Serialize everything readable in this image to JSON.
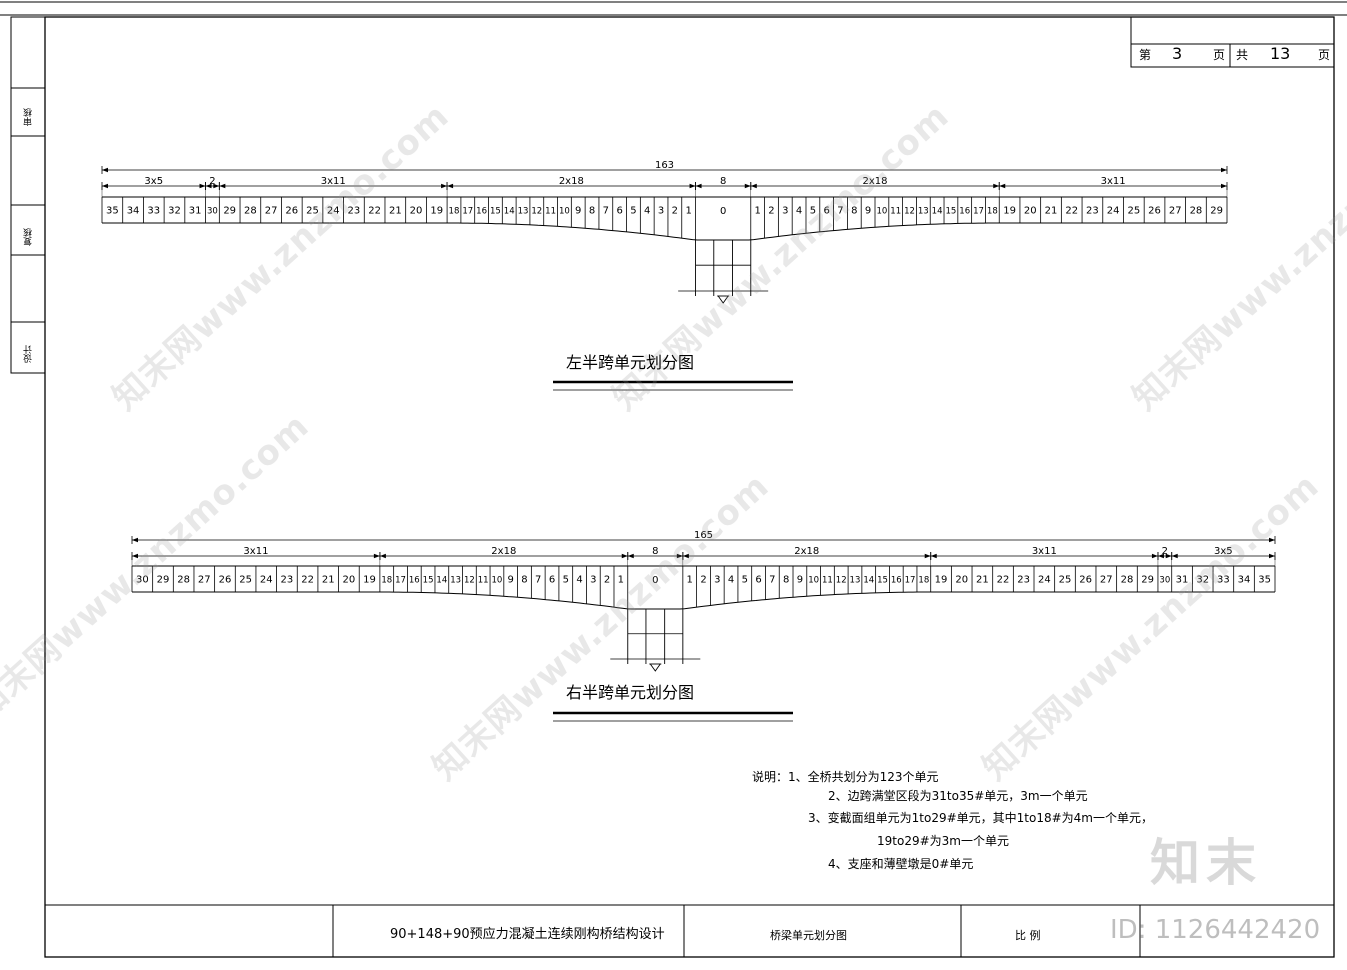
{
  "page": {
    "page_label": "第",
    "page_no": "3",
    "page_unit": "页",
    "total_label": "共",
    "total_no": "13",
    "total_unit": "页"
  },
  "sidebar": {
    "items": [
      {
        "label": "审核"
      },
      {
        "label": "复核"
      },
      {
        "label": "设计"
      }
    ]
  },
  "left_diagram": {
    "title": "左半跨单元划分图",
    "total_dim": "163",
    "dims": [
      "3x5",
      "2",
      "3x11",
      "2x18",
      "8",
      "2x18",
      "3x11"
    ],
    "elements": [
      "35",
      "34",
      "33",
      "32",
      "31",
      "30",
      "29",
      "28",
      "27",
      "26",
      "25",
      "24",
      "23",
      "22",
      "21",
      "20",
      "19",
      "18",
      "17",
      "16",
      "15",
      "14",
      "13",
      "12",
      "11",
      "10",
      "9",
      "8",
      "7",
      "6",
      "5",
      "4",
      "3",
      "2",
      "1",
      "0",
      "1",
      "2",
      "3",
      "4",
      "5",
      "6",
      "7",
      "8",
      "9",
      "10",
      "11",
      "12",
      "13",
      "14",
      "15",
      "16",
      "17",
      "18",
      "19",
      "20",
      "21",
      "22",
      "23",
      "24",
      "25",
      "26",
      "27",
      "28",
      "29"
    ]
  },
  "right_diagram": {
    "title": "右半跨单元划分图",
    "total_dim": "165",
    "dims": [
      "3x11",
      "2x18",
      "8",
      "2x18",
      "3x11",
      "2",
      "3x5"
    ],
    "elements": [
      "30",
      "29",
      "28",
      "27",
      "26",
      "25",
      "24",
      "23",
      "22",
      "21",
      "20",
      "19",
      "18",
      "17",
      "16",
      "15",
      "14",
      "13",
      "12",
      "11",
      "10",
      "9",
      "8",
      "7",
      "6",
      "5",
      "4",
      "3",
      "2",
      "1",
      "0",
      "1",
      "2",
      "3",
      "4",
      "5",
      "6",
      "7",
      "8",
      "9",
      "10",
      "11",
      "12",
      "13",
      "14",
      "15",
      "16",
      "17",
      "18",
      "19",
      "20",
      "21",
      "22",
      "23",
      "24",
      "25",
      "26",
      "27",
      "28",
      "29",
      "30",
      "31",
      "32",
      "33",
      "34",
      "35"
    ]
  },
  "notes": {
    "line1": "说明：1、全桥共划分为123个单元",
    "line2": "2、边跨满堂区段为31to35#单元，3m一个单元",
    "line3": "3、变截面组单元为1to29#单元，其中1to18#为4m一个单元，",
    "line4": "19to29#为3m一个单元",
    "line5": "4、支座和薄壁墩是0#单元"
  },
  "title_block": {
    "project": "90+148+90预应力混凝土连续刚构桥结构设计",
    "drawing": "桥梁单元划分图",
    "scale_label": "比    例"
  },
  "watermarks": {
    "site": "知末网www.znzmo.com",
    "logo": "知末",
    "id": "ID: 1126442420"
  }
}
